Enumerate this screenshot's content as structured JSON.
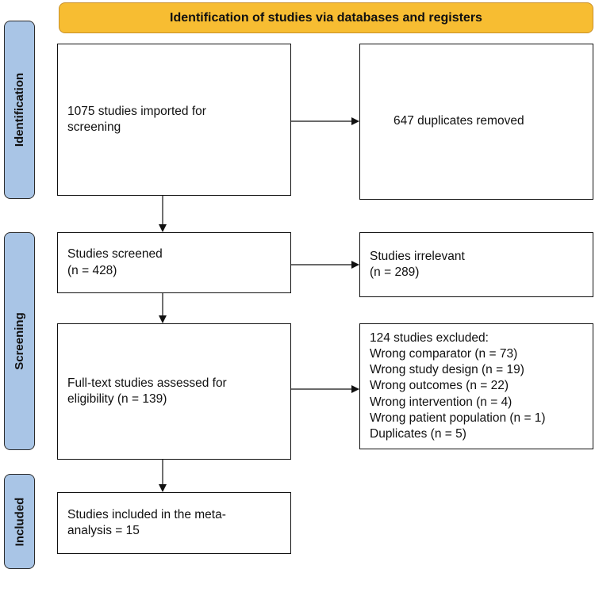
{
  "header": {
    "title": "Identification of studies via databases and registers"
  },
  "phases": {
    "identification": "Identification",
    "screening": "Screening",
    "included": "Included"
  },
  "boxes": {
    "imported": "1075 studies imported for\nscreening",
    "duplicates": "647 duplicates removed",
    "screened": "Studies screened\n(n = 428)",
    "irrelevant": "Studies irrelevant\n(n = 289)",
    "fulltext": "Full-text studies assessed for\neligibility (n = 139)",
    "excluded": "124 studies excluded:\nWrong comparator (n = 73)\nWrong study design (n = 19)\nWrong outcomes (n = 22)\nWrong intervention (n = 4)\nWrong patient population (n = 1)\nDuplicates (n = 5)",
    "included": "Studies included in the meta-\nanalysis = 15"
  },
  "colors": {
    "header_fill": "#f7bd32",
    "phase_fill": "#a9c5e6"
  }
}
